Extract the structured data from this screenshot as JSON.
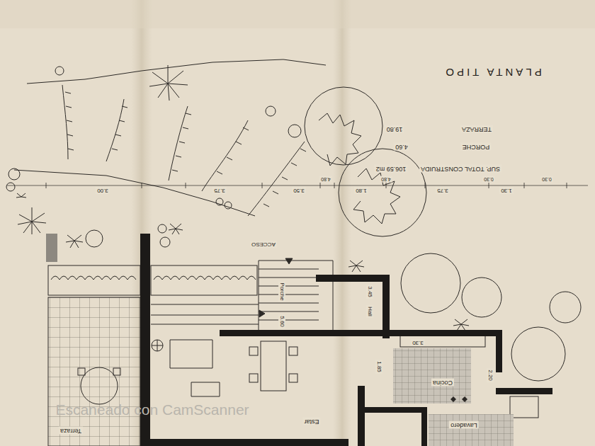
{
  "diagram": {
    "title": "PLANTA TIPO",
    "labels": [
      "SUP. TOTAL CONSTRUIDA",
      "106.59 m2",
      "PORCHE",
      "4.60",
      "TERRAZA",
      "19.80",
      "3.00",
      "3.75",
      "3.50",
      "4.80",
      "1.80",
      "4.80",
      "3.75",
      "0.30",
      "1.30",
      "0.30",
      "ACCESO",
      "Porche",
      "5.60",
      "Hall",
      "3.45",
      "3.30",
      "1.85",
      "2.20",
      "Cocina",
      "Estar",
      "Lavadero",
      "Terraza",
      "Escaneado con CamScanner"
    ]
  }
}
